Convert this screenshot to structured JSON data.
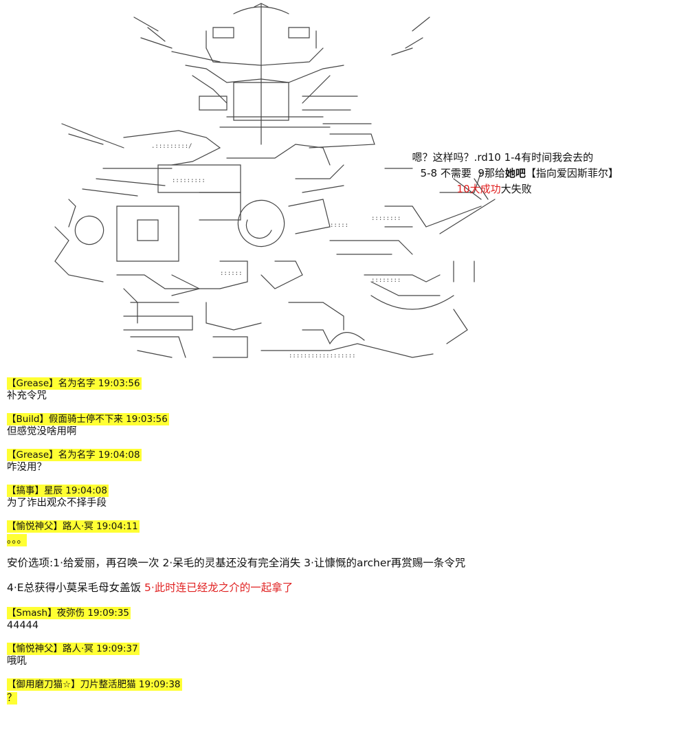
{
  "speech": {
    "line1": "嗯？这样吗？.rd10 1-4有时间我会去的",
    "line2_a": "5-8 不需要  9那给",
    "line2_b": "她吧",
    "line2_c": "【指向爱因斯菲尔】",
    "line3_red": "10大成功",
    "line3_rest": "大失败"
  },
  "posts": [
    {
      "header": "【Grease】名为名字 19:03:56",
      "body": "补充令咒",
      "hl": false
    },
    {
      "header": "【Build】假面骑士停不下来 19:03:56",
      "body": "但感觉没啥用啊",
      "hl": false
    },
    {
      "header": "【Grease】名为名字 19:04:08",
      "body": "咋没用？",
      "hl": false
    },
    {
      "header": "【搞事】星辰 19:04:08",
      "body": "为了诈出观众不择手段",
      "hl": false
    },
    {
      "header": "【愉悦神父】路人·冥 19:04:11",
      "body": "。。。",
      "hl": true
    }
  ],
  "options": {
    "line1": "安价选项:1·给爱丽，再召唤一次 2·呆毛的灵基还没有完全消失 3·让慷慨的archer再赏赐一条令咒",
    "line2_black": "4·E总获得小莫呆毛母女盖饭 ",
    "line2_red": "5·此时连已经龙之介的一起拿了"
  },
  "posts2": [
    {
      "header": "【Smash】夜弥伤 19:09:35",
      "body": "44444",
      "hl": false
    },
    {
      "header": "【愉悦神父】路人·冥 19:09:37",
      "body": "哦吼",
      "hl": false
    },
    {
      "header": "【御用磨刀猫☆】刀片整活肥猫 19:09:38",
      "body": "？",
      "hl": true
    }
  ],
  "colors": {
    "highlight": "#ffff33",
    "red": "#e02020",
    "art": "#444444"
  }
}
